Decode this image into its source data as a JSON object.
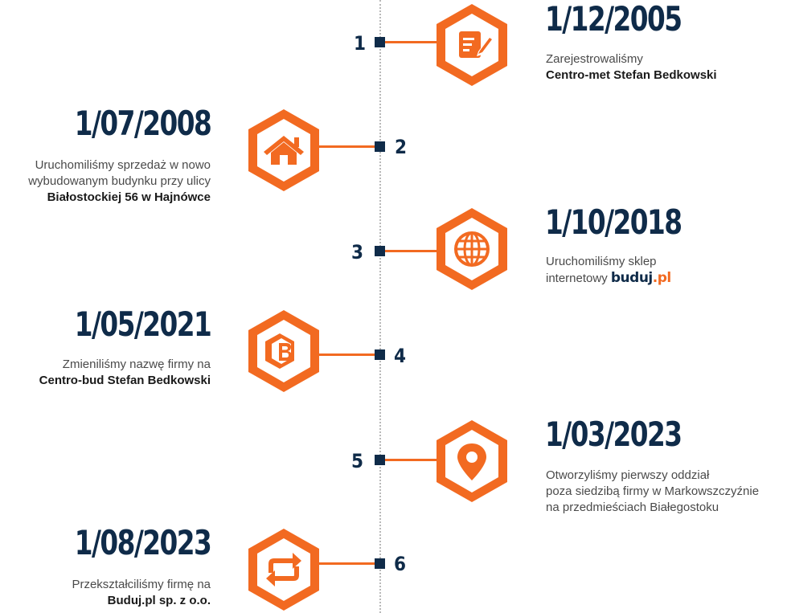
{
  "colors": {
    "accent": "#f26a21",
    "navy": "#0f2b49",
    "text": "#4a4a4a",
    "axis": "#b9b9b9"
  },
  "events": [
    {
      "number": "1",
      "date": "1/12/2005",
      "icon": "edit-document-icon",
      "line1": "Zarejestrowaliśmy",
      "line2": "Centro-met Stefan Bedkowski"
    },
    {
      "number": "2",
      "date": "1/07/2008",
      "icon": "home-icon",
      "line1": "Uruchomiliśmy sprzedaż w nowo",
      "line2": "wybudowanym budynku przy ulicy",
      "line3": "Białostockiej 56 w Hajnówce"
    },
    {
      "number": "3",
      "date": "1/10/2018",
      "icon": "globe-icon",
      "line1": "Uruchomiliśmy sklep",
      "line2": "internetowy",
      "brand_main": "buduj",
      "brand_suffix": ".pl"
    },
    {
      "number": "4",
      "date": "1/05/2021",
      "icon": "brand-b-logo-icon",
      "line1": "Zmieniliśmy nazwę firmy na",
      "line2": "Centro-bud Stefan Bedkowski"
    },
    {
      "number": "5",
      "date": "1/03/2023",
      "icon": "map-pin-icon",
      "line1": "Otworzyliśmy pierwszy oddział",
      "line2": "poza siedzibą firmy w Markowszczyźnie",
      "line3": "na przedmieściach Białegostoku"
    },
    {
      "number": "6",
      "date": "1/08/2023",
      "icon": "refresh-arrows-icon",
      "line1": "Przekształciliśmy firmę na",
      "line2": "Buduj.pl sp. z o.o."
    }
  ]
}
